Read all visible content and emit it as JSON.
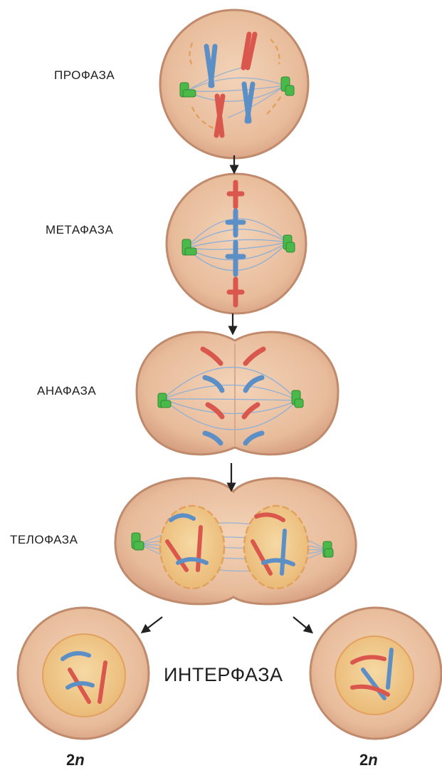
{
  "phases": {
    "prophase": "ПРОФАЗА",
    "metaphase": "МЕТАФАЗА",
    "anaphase": "АНАФАЗА",
    "telophase": "ТЕЛОФАЗА",
    "interphase": "ИНТЕРФАЗА"
  },
  "ploidy": {
    "left_number": "2",
    "left_symbol": "n",
    "right_number": "2",
    "right_symbol": "n"
  },
  "colors": {
    "cell_fill": "#eac1a1",
    "cell_outline": "#c08a6c",
    "nucleus_fill": "#f0c98a",
    "nuclear_envelope": "#e2a25e",
    "chromosome_red": "#d9574c",
    "chromosome_blue": "#5d8fc7",
    "spindle": "#8fb0d6",
    "centrosome": "#4bb84a",
    "arrow": "#222222"
  }
}
